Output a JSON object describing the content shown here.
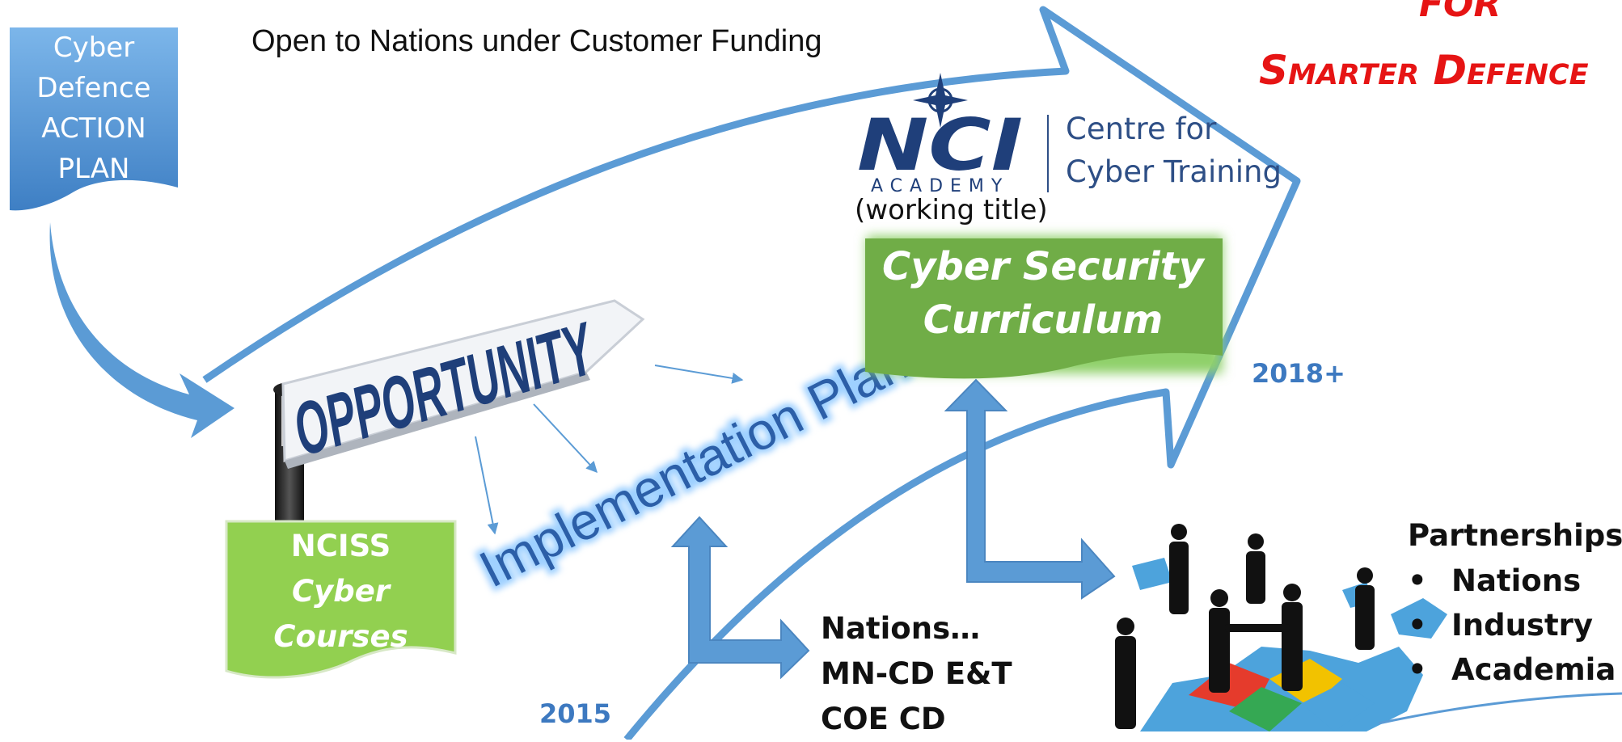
{
  "headline": "Open to Nations under Customer Funding",
  "red_title": {
    "line1": "FOR",
    "line2": "Smarter Defence"
  },
  "action_plan": {
    "lines": [
      "Cyber",
      "Defence",
      "ACTION",
      "PLAN"
    ]
  },
  "nci_logo": {
    "letters": "NCI",
    "academy": "ACADEMY",
    "centre_line1": "Centre for",
    "centre_line2": "Cyber Training"
  },
  "working_title": "(working title)",
  "curriculum": {
    "line1": "Cyber Security",
    "line2": "Curriculum"
  },
  "signpost_text": "OPPORTUNITY",
  "implementation_plan": "Implementation Plan",
  "nciss": {
    "line1": "NCISS",
    "line2": "Cyber",
    "line3": "Courses"
  },
  "years": {
    "start": "2015",
    "end": "2018+"
  },
  "nations_box": {
    "lines": [
      "Nations…",
      "MN-CD E&T",
      "COE CD"
    ]
  },
  "partnerships": {
    "title": "Partnerships",
    "items": [
      "Nations",
      "Industry",
      "Academia"
    ]
  },
  "colors": {
    "arrow_blue": "#5b9bd5",
    "green": "#70ad47",
    "light_green": "#92d050",
    "red": "#e61414",
    "navy": "#1f3f7a"
  },
  "icons": [
    "compass-star-icon",
    "people-puzzle-icon",
    "signpost-icon"
  ]
}
